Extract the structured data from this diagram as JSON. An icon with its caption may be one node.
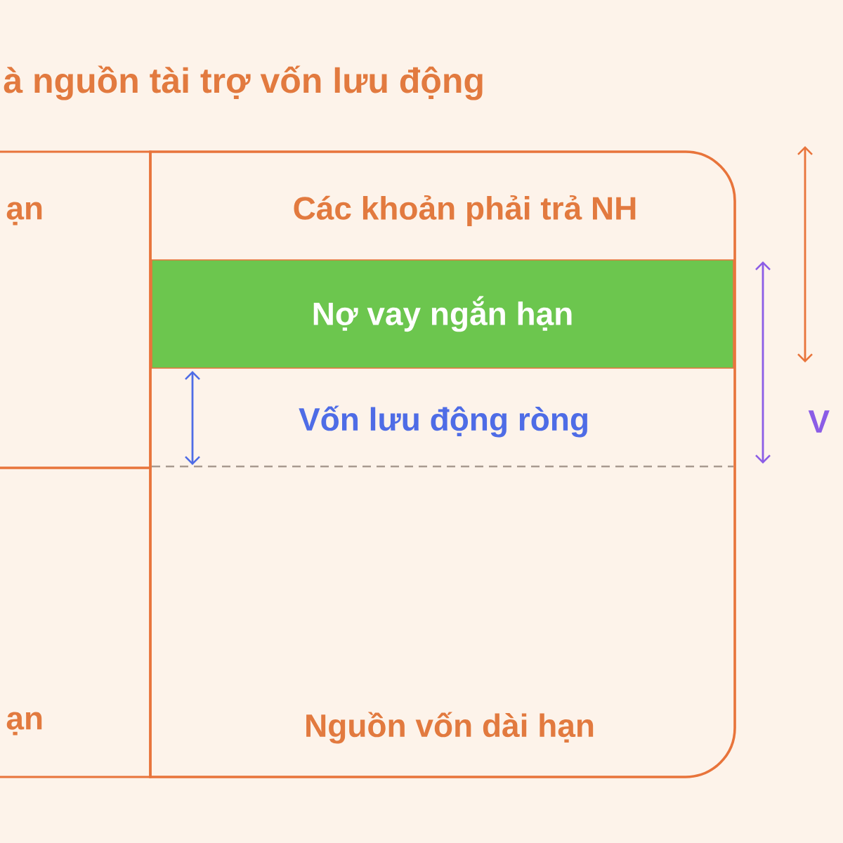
{
  "diagram": {
    "title": "à nguồn tài trợ vốn lưu động",
    "nodes": [
      {
        "text": [
          "ạn"
        ]
      },
      {
        "text": [
          "ạn"
        ]
      },
      {
        "text": [],
        "shape": "box"
      },
      {
        "text": [
          "Các khoản phải trả NH"
        ],
        "in": 2
      },
      {
        "text": [
          "Nợ vay ngắn hạn"
        ],
        "in": 2
      },
      {
        "text": [
          "Vốn lưu động ròng"
        ],
        "in": 2
      },
      {
        "text": [
          "Nguồn vốn dài hạn"
        ],
        "in": 2
      }
    ],
    "labels": [
      "V"
    ]
  }
}
